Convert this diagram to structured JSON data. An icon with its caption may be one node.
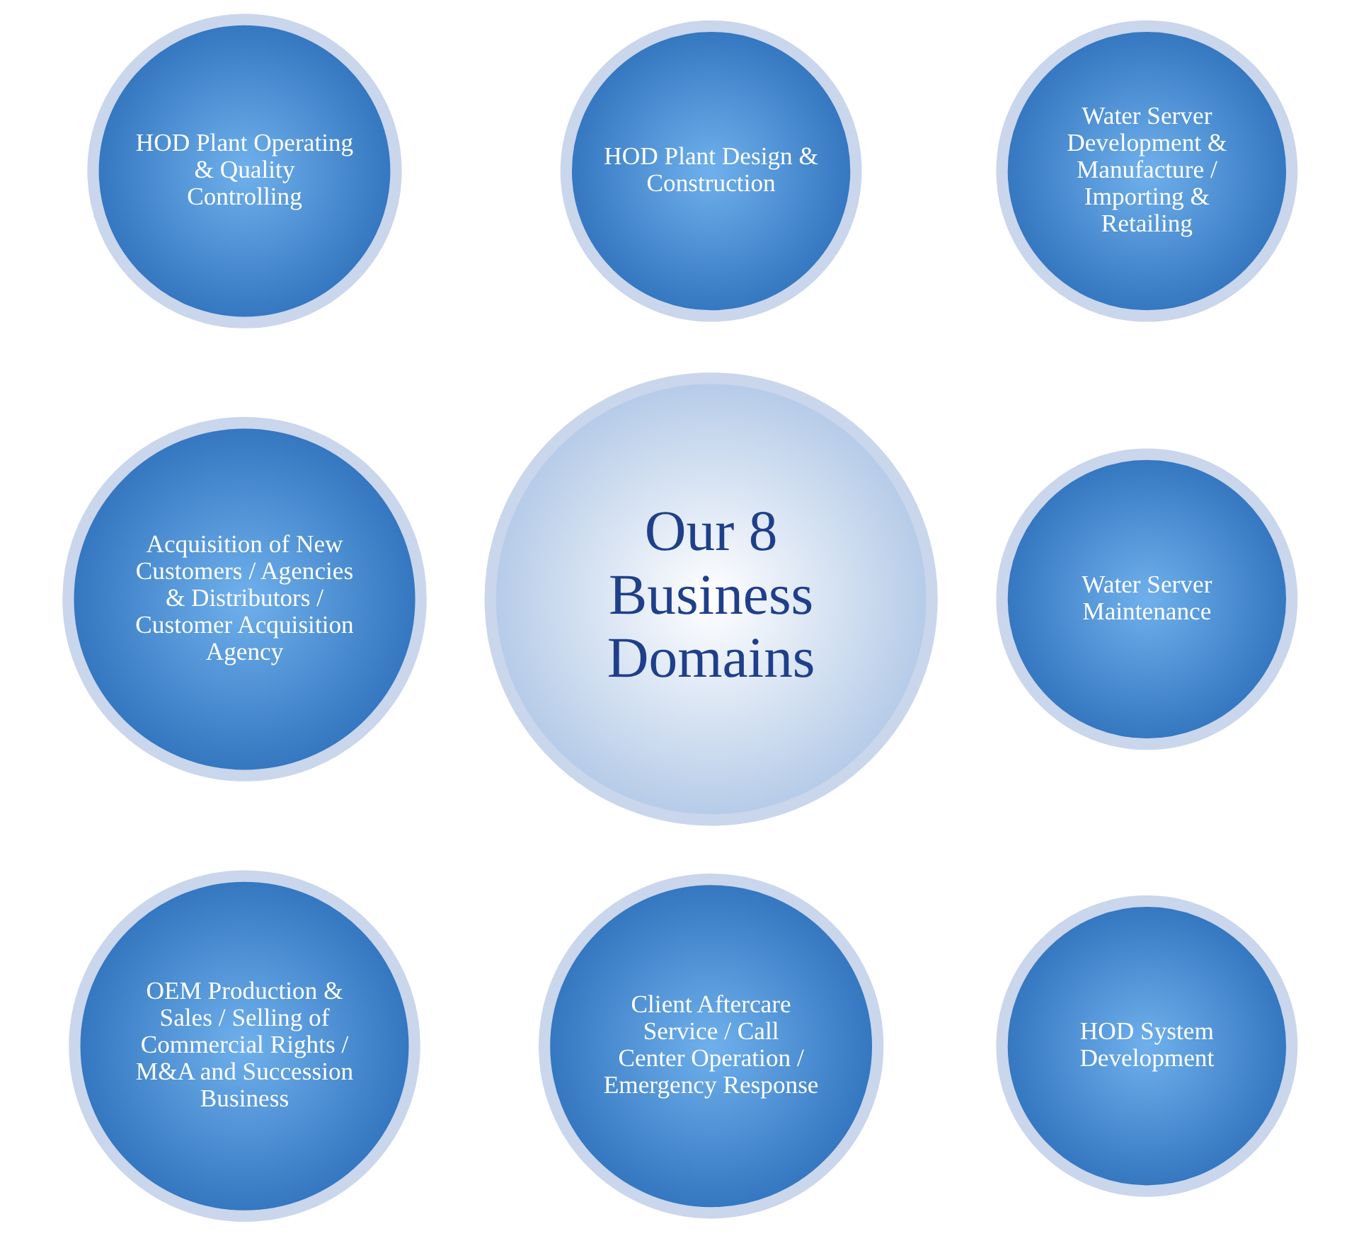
{
  "diagram": {
    "nodes": [
      {
        "text": [
          "Our 8 Business Domains"
        ]
      },
      {
        "text": [
          "HOD Plant Design & Construction"
        ]
      },
      {
        "text": [
          "Water Server Development & Manufacture / Importing & Retailing"
        ]
      },
      {
        "text": [
          "Water Server Maintenance"
        ]
      },
      {
        "text": [
          "HOD System Development"
        ]
      },
      {
        "text": [
          "Client Aftercare Service / Call Center Operation / Emergency Response"
        ]
      },
      {
        "text": [
          "OEM Production & Sales / Selling of Commercial Rights / M&A and Succession Business"
        ]
      },
      {
        "text": [
          "Acquisition of New Customers / Agencies & Distributors / Customer Acquisition Agency"
        ]
      },
      {
        "text": [
          "HOD Plant Operating & Quality Controlling"
        ]
      }
    ]
  }
}
